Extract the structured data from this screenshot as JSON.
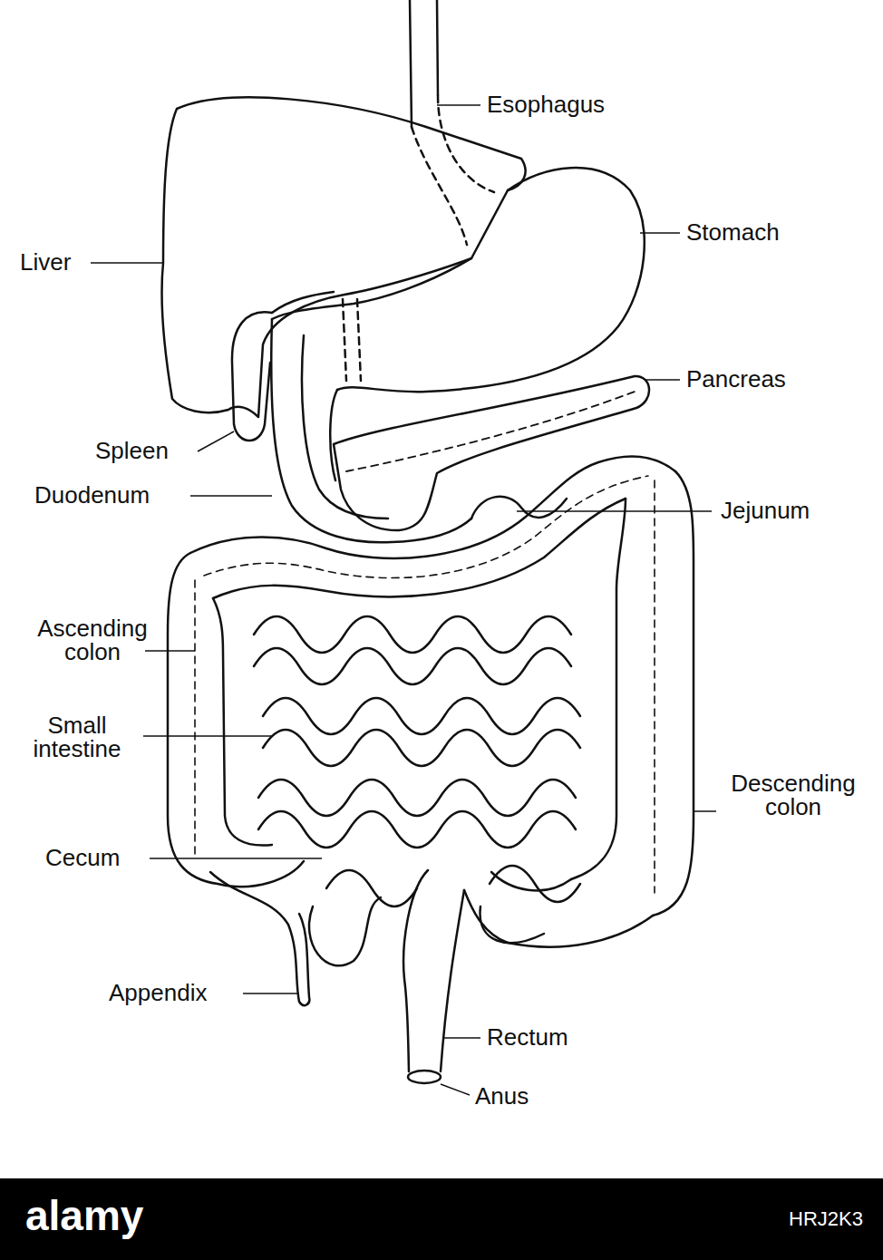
{
  "diagram": {
    "labels": [
      "Esophagus",
      "Stomach",
      "Liver",
      "Pancreas",
      "Spleen",
      "Duodenum",
      "Jejunum",
      "Ascending colon",
      "Small intestine",
      "Descending colon",
      "Cecum",
      "Appendix",
      "Rectum",
      "Anus",
      "alamy",
      "HRJ2K3"
    ]
  }
}
